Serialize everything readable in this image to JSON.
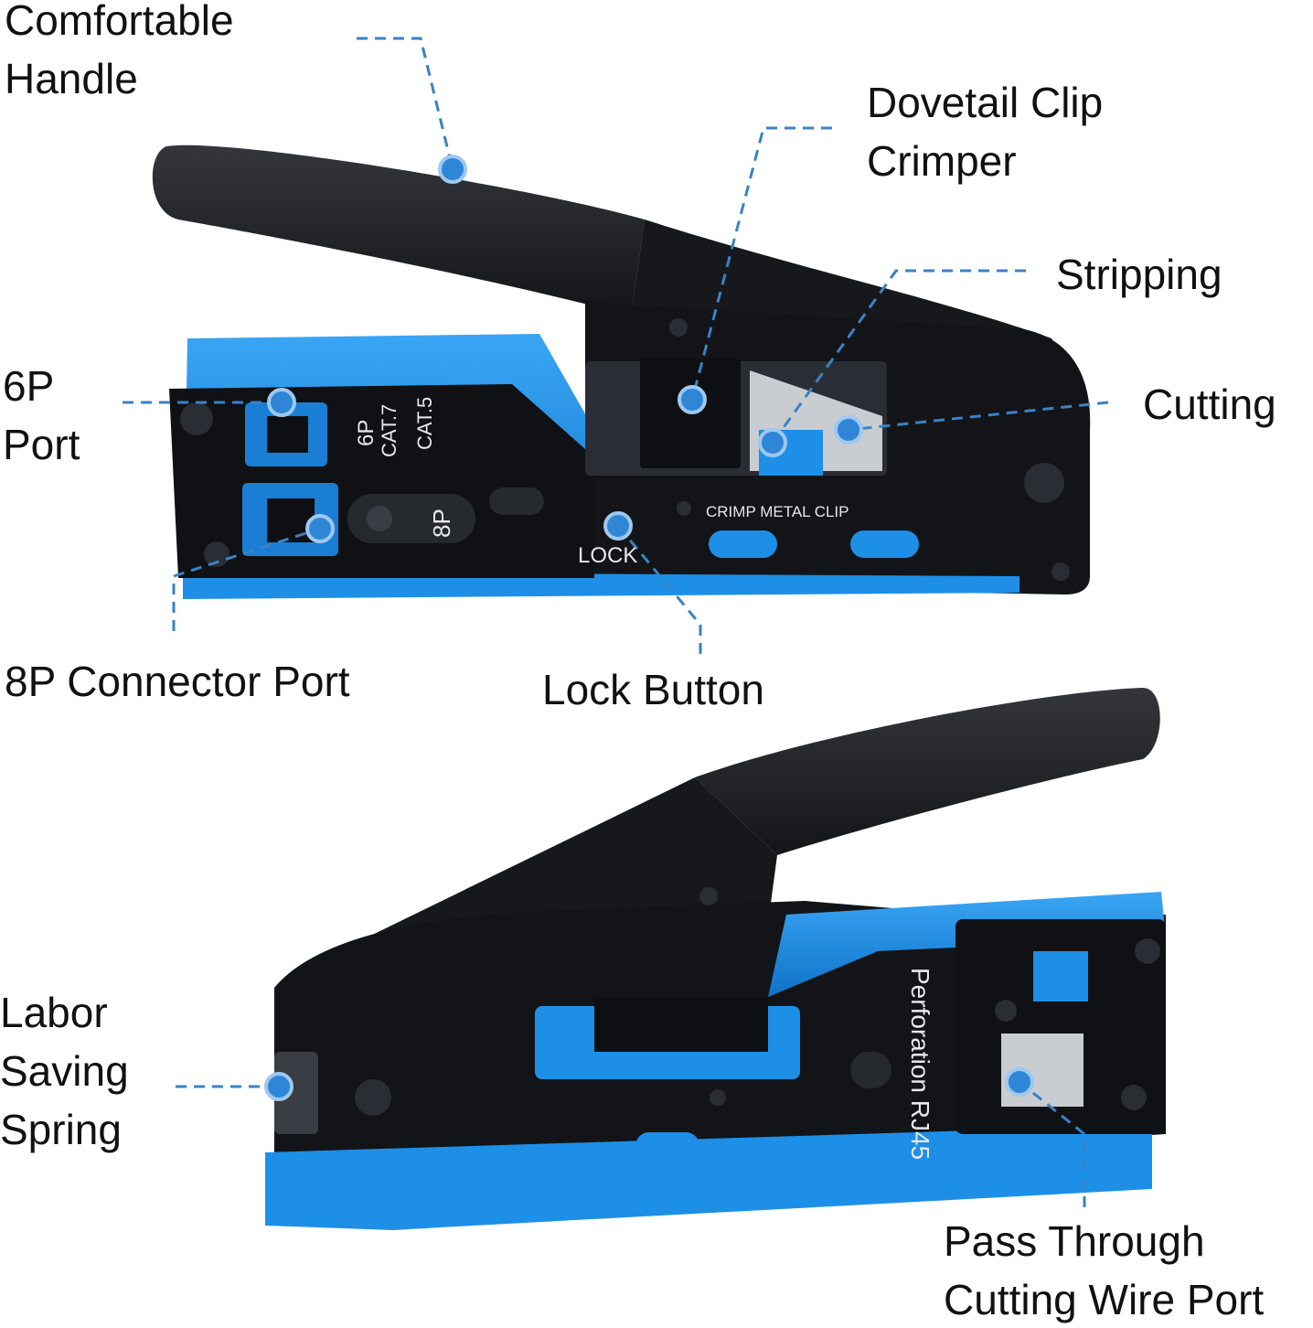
{
  "colors": {
    "accent_blue": "#1e8fe6",
    "callout_dot": "#2f86d6",
    "leader_line": "#3a82c4",
    "tool_black": "#121418",
    "handle_black": "#1a1a1d",
    "label_text": "#111111"
  },
  "callouts": {
    "comfortable_handle": [
      "Comfortable",
      "Handle"
    ],
    "dovetail_clip_crimper": [
      "Dovetail Clip",
      "Crimper"
    ],
    "stripping": [
      "Stripping"
    ],
    "cutting": [
      "Cutting"
    ],
    "six_p_port": [
      "6P",
      "Port"
    ],
    "eight_p_connector_port": [
      "8P Connector Port"
    ],
    "lock_button": [
      "Lock Button"
    ],
    "labor_saving_spring": [
      "Labor",
      "Saving",
      "Spring"
    ],
    "pass_through_port": [
      "Pass Through",
      "Cutting Wire Port"
    ]
  },
  "tool_markings": {
    "six_p": "6P",
    "cat7": "CAT.7",
    "cat5": "CAT.5",
    "eight_p": "8P",
    "crimp_metal_clip": "CRIMP METAL CLIP",
    "lock": "LOCK",
    "perforation": "Perforation RJ45"
  }
}
